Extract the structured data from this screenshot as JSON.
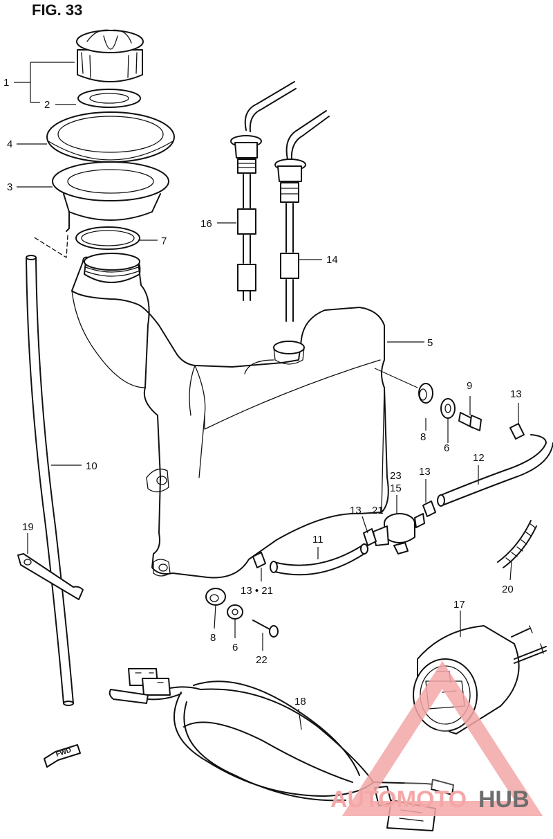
{
  "figure_title": "FIG. 33",
  "callouts": {
    "c1": "1",
    "c2": "2",
    "c3": "3",
    "c4": "4",
    "c5": "5",
    "c6a": "6",
    "c6b": "6",
    "c7": "7",
    "c8a": "8",
    "c8b": "8",
    "c9": "9",
    "c10": "10",
    "c11": "11",
    "c12": "12",
    "c13a": "13",
    "c13b": "13",
    "c13c": "13",
    "c13d": "13 • 21",
    "c14": "14",
    "c15": "15",
    "c16": "16",
    "c17": "17",
    "c18": "18",
    "c19": "19",
    "c20": "20",
    "c21": "21",
    "c22": "22",
    "c23": "23"
  },
  "fwd_label": "FWD",
  "watermark": {
    "part1": "AUTOMOTO",
    "part2": "HUB"
  },
  "colors": {
    "line": "#111111",
    "watermark_red": "#f4a7a7",
    "watermark_gray": "#6e6e6e"
  }
}
